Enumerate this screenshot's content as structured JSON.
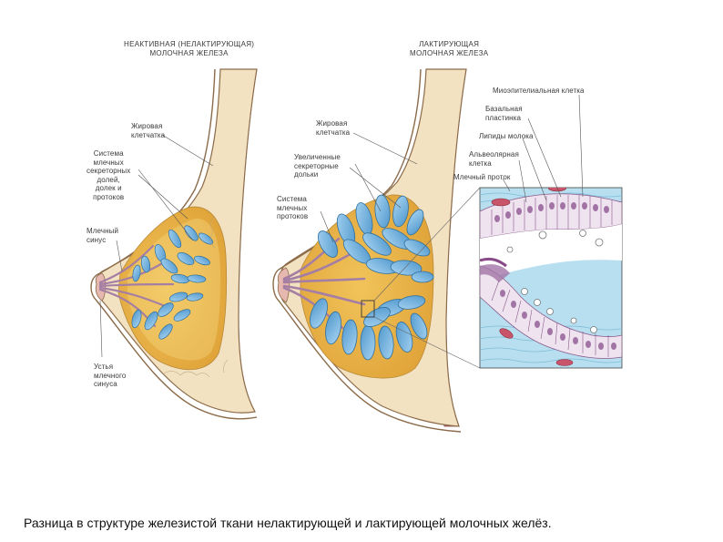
{
  "titles": {
    "inactive": "НЕАКТИВНАЯ (НЕЛАКТИРУЮЩАЯ)\nМОЛОЧНАЯ ЖЕЛЕЗА",
    "lactating": "ЛАКТИРУЮЩАЯ\nМОЛОЧНАЯ ЖЕЛЕЗА"
  },
  "left_labels": {
    "fat": "Жировая\nклетчатка",
    "system": "Система\nмлечных\nсекреторных\nдолей,\nдолек и\nпротоков",
    "sinus": "Млечный\nсинус",
    "mouth": "Устья\nмлечного\nсинуса"
  },
  "middle_labels": {
    "fat": "Жировая\nклетчатка",
    "lobules": "Увеличенные\nсекреторные\nдольки",
    "ducts": "Система\nмлечных\nпротоков"
  },
  "right_labels": {
    "myoepithelial": "Миоэпителиальная клетка",
    "basal": "Базальная\nпластинка",
    "lipid": "Липиды молока",
    "alveolar": "Альвеолярная\nклетка",
    "duct": "Млечный проток"
  },
  "caption": "Разница в структуре железистой ткани нелактирующей и лактирующей молочных желёз.",
  "colors": {
    "skin": "#f3e2c1",
    "skin_outline": "#8b6b4a",
    "muscle": "#c46a6a",
    "gland": "#e9b240",
    "lobule": "#6aaedc",
    "duct": "#b58cb0",
    "tissue_bg": "#a9d6ea"
  }
}
